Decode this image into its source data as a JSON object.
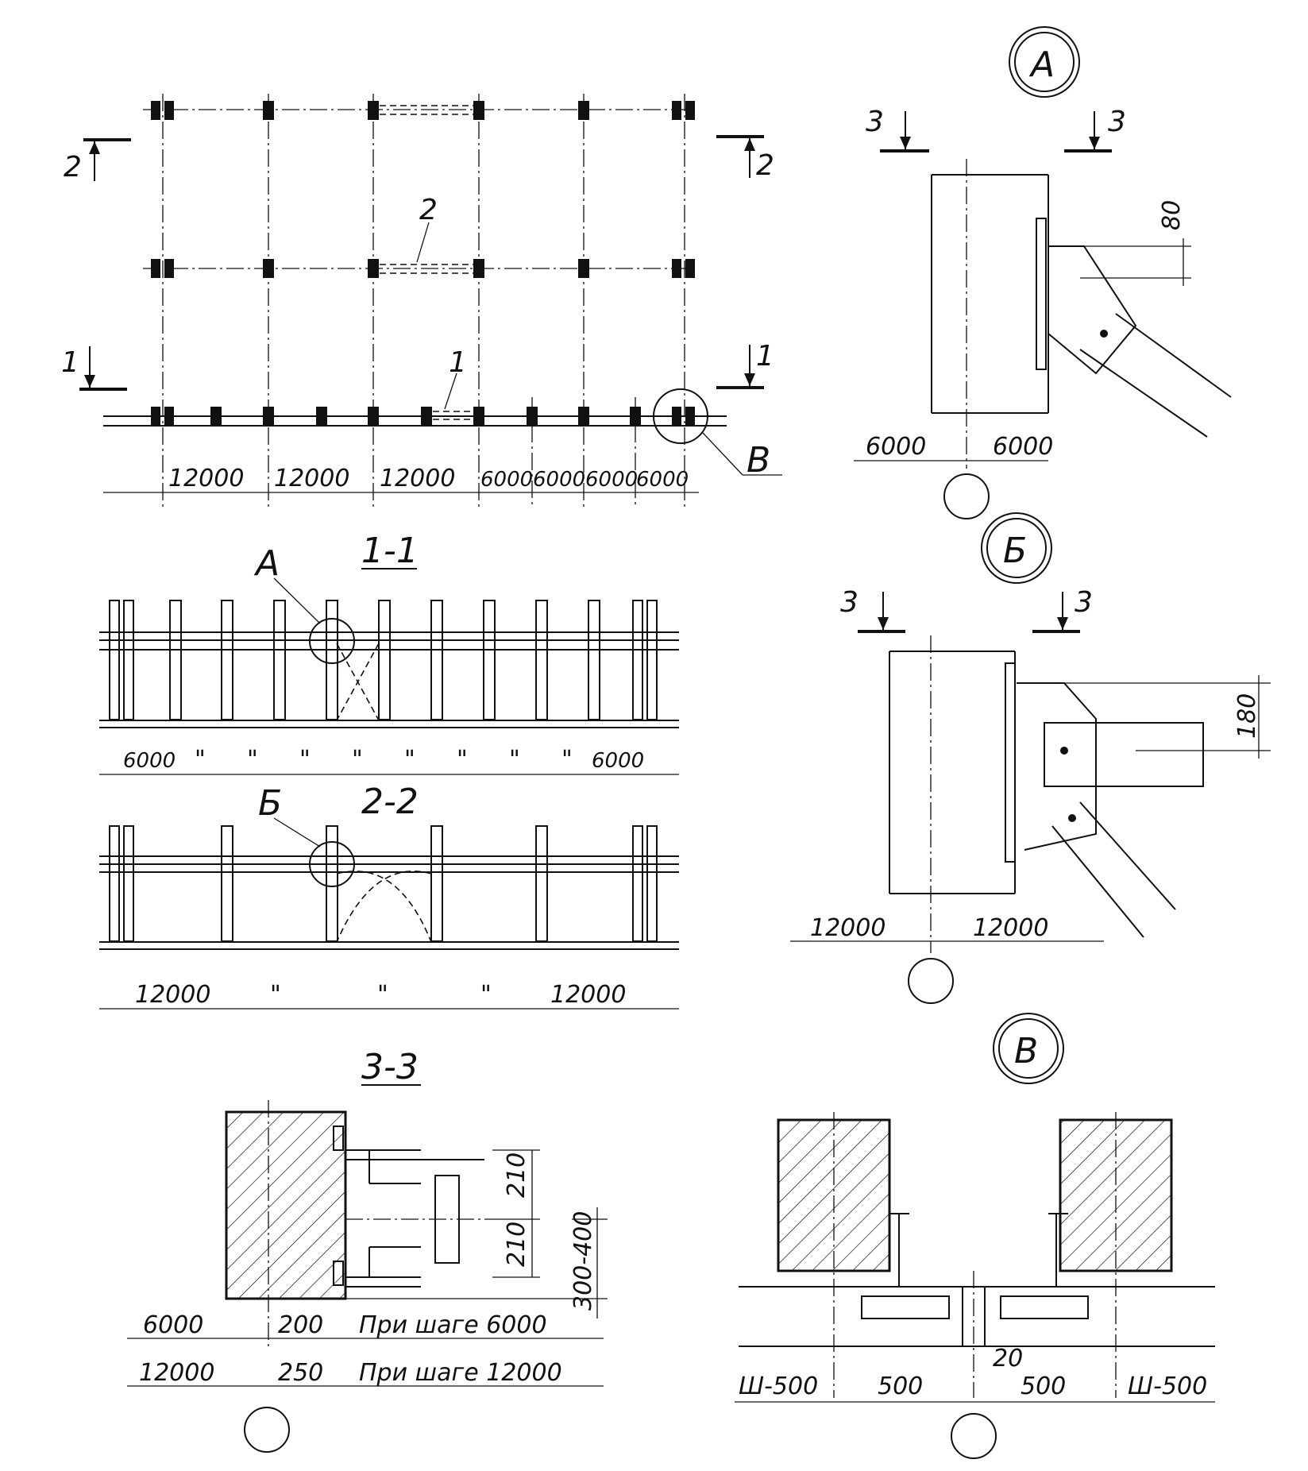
{
  "plan": {
    "section_mark_1": "1",
    "section_mark_2": "2",
    "item_1": "1",
    "item_2": "2",
    "detail_v": "В",
    "spans": [
      "12000",
      "12000",
      "12000",
      "6000",
      "6000",
      "6000",
      "6000"
    ]
  },
  "section_1_1": {
    "title": "1-1",
    "detail_a": "А",
    "dim_first": "6000",
    "ditto": "\"",
    "dim_last": "6000"
  },
  "section_2_2": {
    "title": "2-2",
    "detail_b": "Б",
    "dim_first": "12000",
    "ditto": "\"",
    "dim_last": "12000"
  },
  "section_3_3": {
    "title": "3-3",
    "dim_210_top": "210",
    "dim_210_bottom": "210",
    "dim_range": "300-400",
    "row1_step": "6000",
    "row1_offset": "200",
    "row1_note": "При шаге 6000",
    "row2_step": "12000",
    "row2_offset": "250",
    "row2_note": "При шаге 12000"
  },
  "detail_a": {
    "title": "А",
    "cut_mark": "3",
    "dim_80": "80",
    "dim_left": "6000",
    "dim_right": "6000"
  },
  "detail_b": {
    "title": "Б",
    "cut_mark": "3",
    "dim_180": "180",
    "dim_left": "12000",
    "dim_right": "12000"
  },
  "detail_v": {
    "title": "В",
    "dim_sh_left": "Ш-500",
    "dim_500_left": "500",
    "dim_500_right": "500",
    "dim_sh_right": "Ш-500",
    "dim_20": "20"
  }
}
